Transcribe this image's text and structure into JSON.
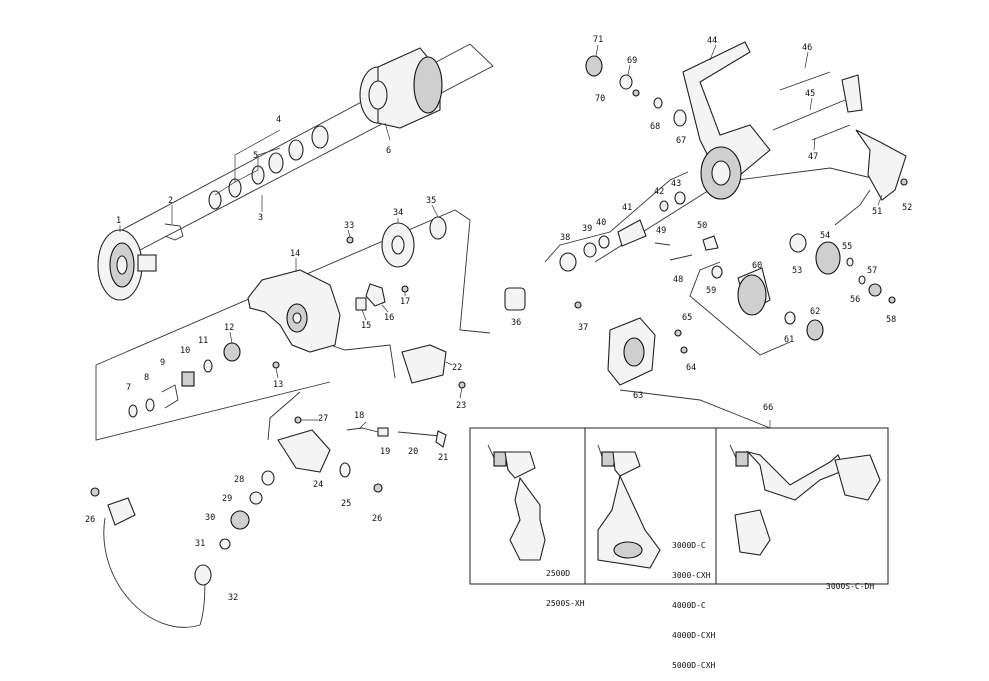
{
  "callouts": {
    "c1": "1",
    "c2": "2",
    "c3": "3",
    "c4": "4",
    "c5": "5",
    "c6": "6",
    "c7": "7",
    "c8": "8",
    "c9": "9",
    "c10": "10",
    "c11": "11",
    "c12": "12",
    "c13": "13",
    "c14": "14",
    "c15": "15",
    "c16": "16",
    "c17": "17",
    "c18": "18",
    "c19": "19",
    "c20": "20",
    "c21": "21",
    "c22": "22",
    "c23": "23",
    "c24": "24",
    "c25": "25",
    "c26a": "26",
    "c26b": "26",
    "c27": "27",
    "c28": "28",
    "c29": "29",
    "c30": "30",
    "c31": "31",
    "c32": "32",
    "c33": "33",
    "c34": "34",
    "c35": "35",
    "c36": "36",
    "c37": "37",
    "c38": "38",
    "c39": "39",
    "c40": "40",
    "c41": "41",
    "c42": "42",
    "c43": "43",
    "c44": "44",
    "c45": "45",
    "c46": "46",
    "c47": "47",
    "c48": "48",
    "c49": "49",
    "c50": "50",
    "c51": "51",
    "c52": "52",
    "c53": "53",
    "c54": "54",
    "c55": "55",
    "c56": "56",
    "c57": "57",
    "c58": "58",
    "c59": "59",
    "c60": "60",
    "c61": "61",
    "c62": "62",
    "c63": "63",
    "c64": "64",
    "c65": "65",
    "c66": "66",
    "c67": "67",
    "c68": "68",
    "c69": "69",
    "c70": "70",
    "c71": "71"
  },
  "handle_variants": {
    "left": [
      "2500D",
      "2500S-XH"
    ],
    "middle": [
      "3000D-C",
      "3000-CXH",
      "4000D-C",
      "4000D-CXH",
      "5000D-CXH"
    ],
    "right": [
      "3000S-C-DH"
    ]
  }
}
